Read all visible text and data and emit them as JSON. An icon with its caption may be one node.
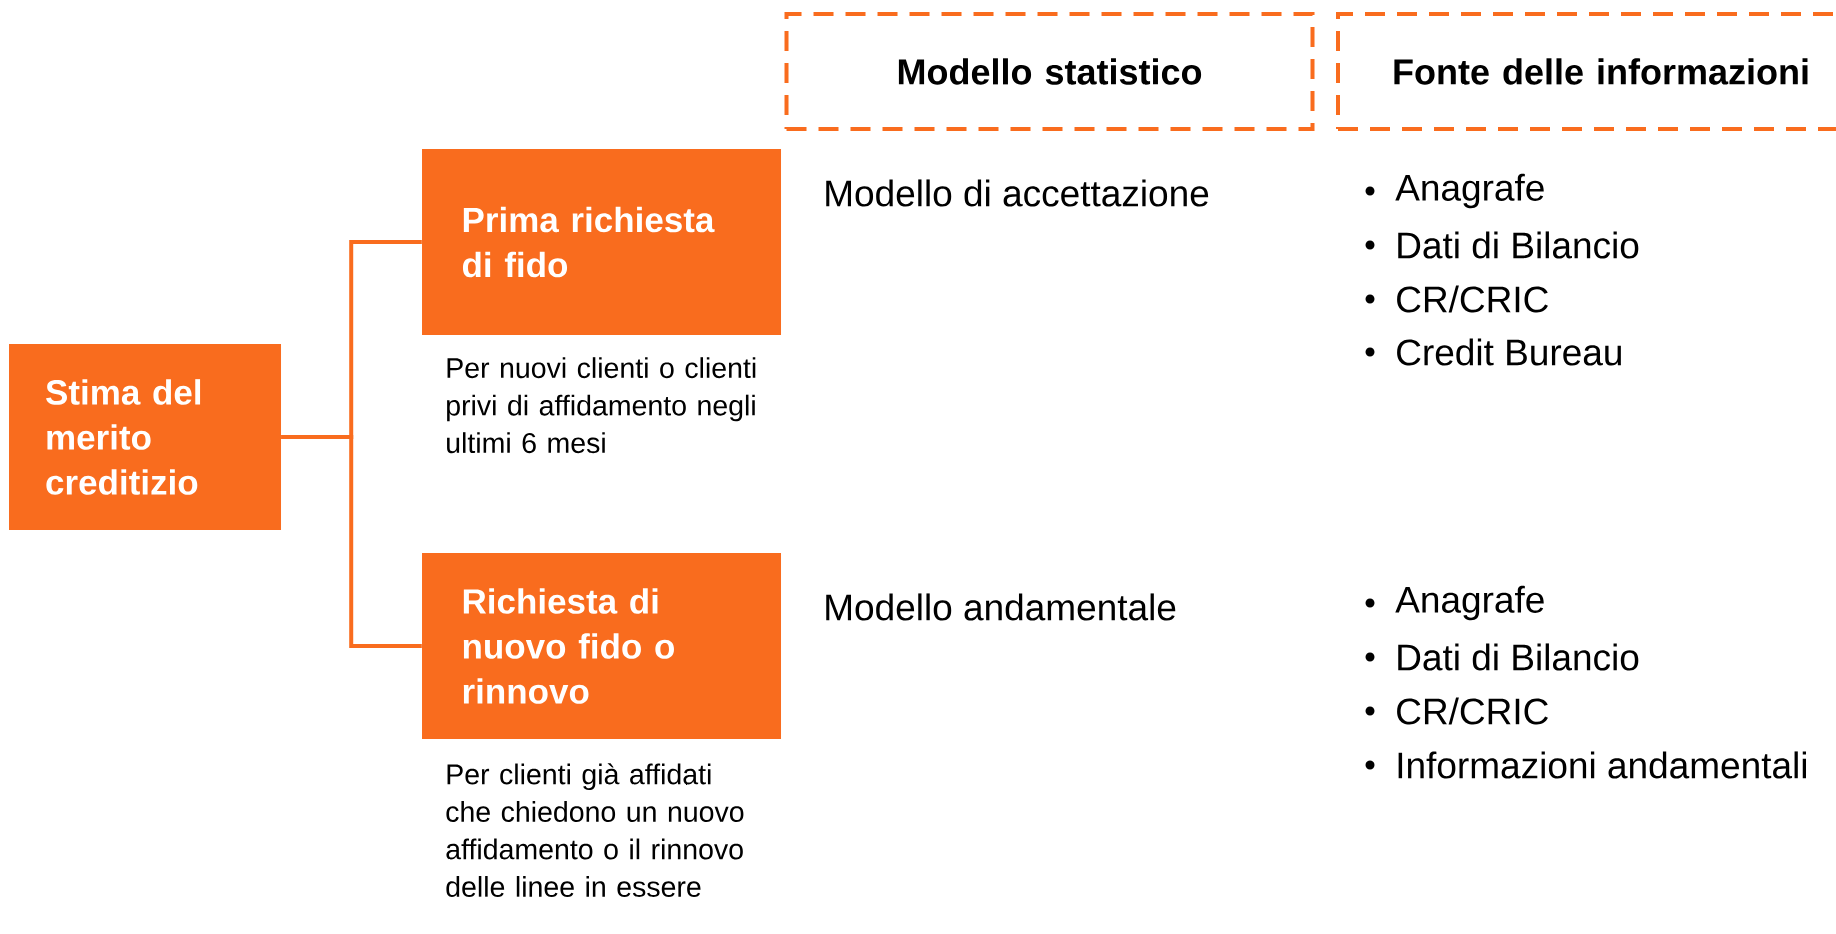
{
  "diagram": {
    "nodes": [
      {
        "text": [
          "Stima del merito creditizio"
        ]
      },
      {
        "text": [
          "Prima richiesta di fido"
        ],
        "beside": [
          "Per nuovi clienti o clienti privi di affidamento negli ultimi 6 mesi"
        ]
      },
      {
        "text": [
          "Richiesta di nuovo fido o rinnovo"
        ],
        "beside": [
          "Per clienti già affidati che chiedono un nuovo affidamento o il rinnovo delle linee in essere"
        ]
      },
      {
        "text": [
          "Modello statistico"
        ]
      },
      {
        "text": [
          "Fonte delle informazioni"
        ]
      }
    ],
    "edges": [
      {
        "from": 0,
        "to": 1,
        "arrow": "none"
      },
      {
        "from": 0,
        "to": 2,
        "arrow": "none"
      }
    ],
    "labels": [
      "Modello di accettazione",
      "Anagrafe",
      "Dati di Bilancio",
      "CR/CRIC",
      "Credit Bureau",
      "Modello andamentale",
      "Anagrafe",
      "Dati di Bilancio",
      "CR/CRIC",
      "Informazioni andamentali"
    ]
  }
}
